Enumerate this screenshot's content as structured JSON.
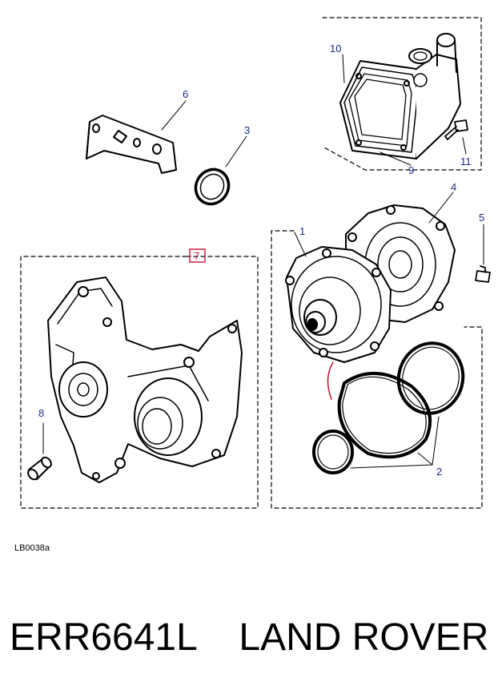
{
  "labels": {
    "c1": "1",
    "c2": "2",
    "c3": "3",
    "c4": "4",
    "c5": "5",
    "c6": "6",
    "c7": "7",
    "c8": "8",
    "c9": "9",
    "c10": "10",
    "c11": "11"
  },
  "reference_code": "LB0038a",
  "title": "ERR6641L    LAND ROVER",
  "colors": {
    "callout": "#1b2a8c",
    "highlight": "#c4122f",
    "line": "#000000"
  }
}
